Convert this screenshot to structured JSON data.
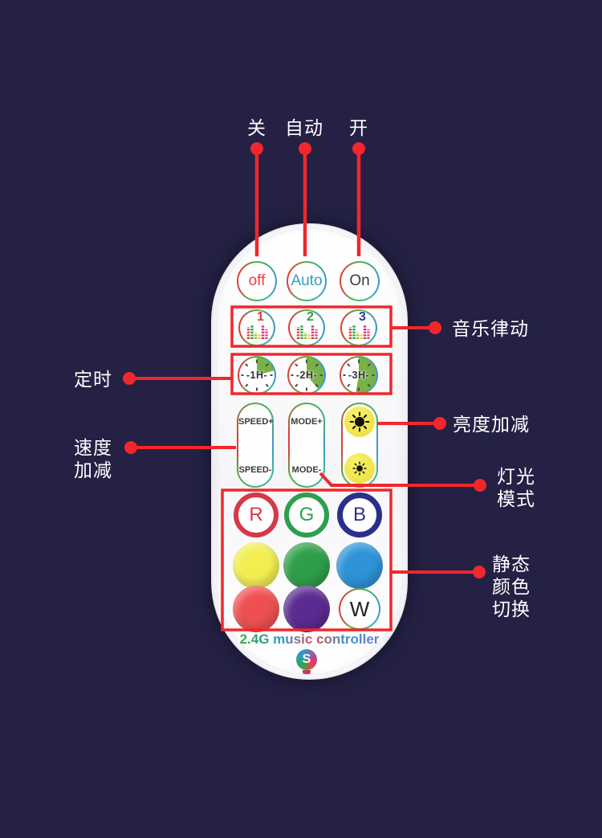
{
  "colors": {
    "background": "#242145",
    "annotation_red": "#f1272b",
    "remote_body": "#fdfdfe",
    "timer_green": "#7cb240",
    "brightness_yellow": "#f2e956"
  },
  "annotations": {
    "off_label": "关",
    "auto_label": "自动",
    "on_label": "开",
    "music_label": "音乐律动",
    "timer_label": "定时",
    "speed_label_line1": "速度",
    "speed_label_line2": "加减",
    "brightness_label": "亮度加减",
    "mode_label_line1": "灯光",
    "mode_label_line2": "模式",
    "static_label_line1": "静态",
    "static_label_line2": "颜色",
    "static_label_line3": "切换"
  },
  "remote": {
    "power_buttons": [
      {
        "label": "off",
        "color": "#e8403d"
      },
      {
        "label": "Auto",
        "color": "#2f9fc4"
      },
      {
        "label": "On",
        "color": "#3b3b3b"
      }
    ],
    "music_buttons": [
      {
        "number": "1",
        "color": "#e5383b"
      },
      {
        "number": "2",
        "color": "#2f9e46"
      },
      {
        "number": "3",
        "color": "#2b3f9e"
      }
    ],
    "timer_buttons": [
      {
        "label": "-1H-"
      },
      {
        "label": "-2H-"
      },
      {
        "label": "-3H-"
      }
    ],
    "speed_buttons": [
      {
        "label": "SPEED+"
      },
      {
        "label": "SPEED-"
      }
    ],
    "mode_buttons": [
      {
        "label": "MODE+"
      },
      {
        "label": "MODE-"
      }
    ],
    "color_buttons": [
      {
        "style": "ring",
        "label": "R",
        "color": "#d63847"
      },
      {
        "style": "ring",
        "label": "G",
        "color": "#2e9e4f"
      },
      {
        "style": "ring",
        "label": "B",
        "color": "#2b2e8c"
      },
      {
        "style": "solid",
        "color": "#f2ee52"
      },
      {
        "style": "solid",
        "color": "#2f9e4a"
      },
      {
        "style": "solid",
        "color": "#2e93d8"
      },
      {
        "style": "solid",
        "color": "#ee5051"
      },
      {
        "style": "solid",
        "color": "#5a2b90"
      },
      {
        "style": "rainbow-ring",
        "label": "W",
        "color": "#222222"
      }
    ],
    "brand": "2.4G music controller",
    "logo_letter": "S"
  }
}
